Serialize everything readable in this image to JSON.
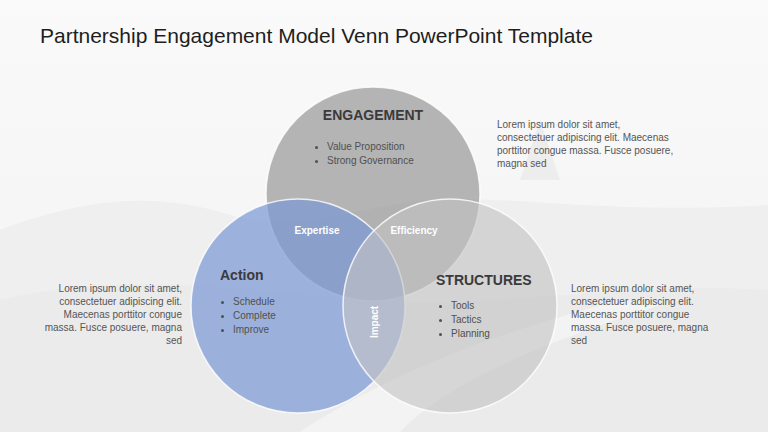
{
  "diagram": {
    "title": "Partnership Engagement Model Venn PowerPoint Template",
    "nodes": [
      {
        "text": [
          "ENGAGEMENT",
          "Value Proposition",
          "Strong Governance"
        ]
      },
      {
        "text": [
          "Action",
          "Schedule",
          "Complete",
          "Improve"
        ]
      },
      {
        "text": [
          "STRUCTURES",
          "Tools",
          "Tactics",
          "Planning"
        ]
      }
    ],
    "labels": [
      "Lorem ipsum dolor sit amet, consectetuer adipiscing elit. Maecenas porttitor congue massa. Fusce posuere, magna sed",
      "Expertise",
      "Efficiency",
      "Lorem ipsum dolor sit amet, consectetuer adipiscing elit. Maecenas porttitor congue massa. Fusce posuere, magna sed",
      "Impact",
      "Lorem ipsum dolor sit amet, consectetuer adipiscing elit. Maecenas porttitor congue massa. Fusce posuere, magna sed"
    ]
  }
}
